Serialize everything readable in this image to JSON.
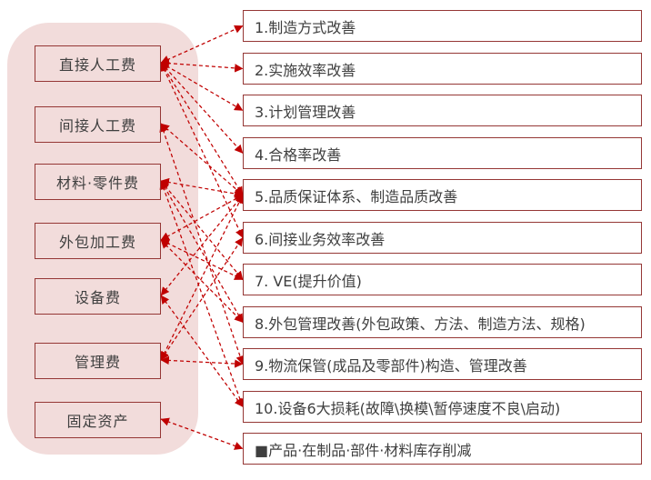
{
  "diagram": {
    "description": "cost-category to improvement-item mapping diagram",
    "categories": [
      {
        "label": "直接人工费"
      },
      {
        "label": "间接人工费"
      },
      {
        "label": "材料·零件费"
      },
      {
        "label": "外包加工费"
      },
      {
        "label": "设备费"
      },
      {
        "label": "管理费"
      },
      {
        "label": "固定资产"
      }
    ],
    "items": [
      {
        "label": "1.制造方式改善"
      },
      {
        "label": "2.实施效率改善"
      },
      {
        "label": "3.计划管理改善"
      },
      {
        "label": "4.合格率改善"
      },
      {
        "label": "5.品质保证体系、制造品质改善"
      },
      {
        "label": "6.间接业务效率改善"
      },
      {
        "label": "7. VE(提升价值)"
      },
      {
        "label": "8.外包管理改善(外包政策、方法、制造方法、规格)"
      },
      {
        "label": "9.物流保管(成品及零部件)构造、管理改善"
      },
      {
        "label": "10.设备6大损耗(故障\\换模\\暂停速度不良\\启动)"
      },
      {
        "label": "■产品·在制品·部件·材料库存削减"
      }
    ],
    "edges": [
      [
        0,
        0
      ],
      [
        0,
        1
      ],
      [
        0,
        2
      ],
      [
        0,
        3
      ],
      [
        0,
        4
      ],
      [
        0,
        5
      ],
      [
        1,
        4
      ],
      [
        1,
        8
      ],
      [
        2,
        4
      ],
      [
        2,
        6
      ],
      [
        2,
        7
      ],
      [
        2,
        9
      ],
      [
        3,
        4
      ],
      [
        3,
        6
      ],
      [
        3,
        7
      ],
      [
        4,
        4
      ],
      [
        4,
        9
      ],
      [
        5,
        4
      ],
      [
        5,
        5
      ],
      [
        5,
        8
      ],
      [
        6,
        10
      ]
    ],
    "colors": {
      "panel_pink": "#F2DCDB",
      "box_border": "#953735",
      "connector_red": "#C00000",
      "text_dark": "#3F3F3F"
    }
  }
}
